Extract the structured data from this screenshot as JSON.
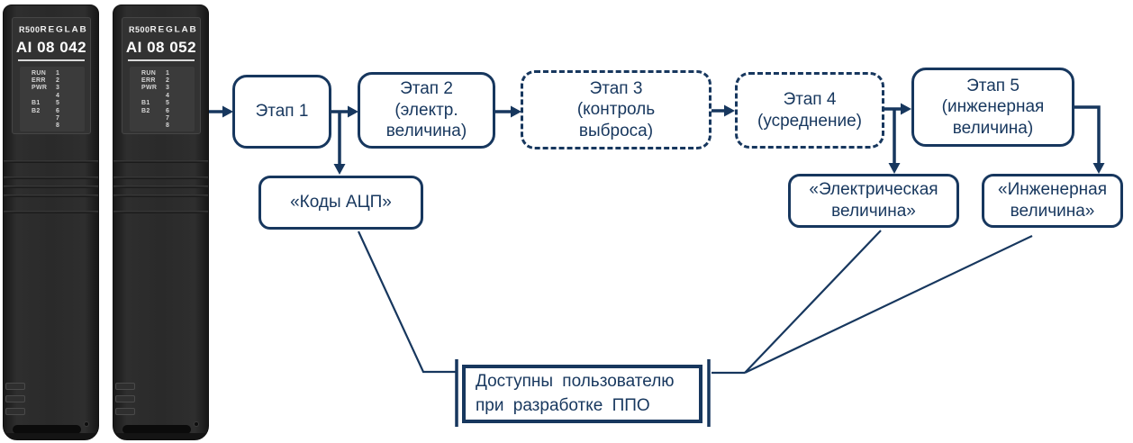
{
  "colors": {
    "accent": "#17375e",
    "module_body": "#2a2a2a",
    "module_panel": "#323232",
    "led_block": "#3b3b3b",
    "module_text": "#f2f2f2"
  },
  "modules": [
    {
      "brand": "R500",
      "logo": "REGLAB",
      "model": "AI 08 042",
      "leds": [
        {
          "label": "RUN",
          "channel": "1"
        },
        {
          "label": "ERR",
          "channel": "2"
        },
        {
          "label": "PWR",
          "channel": "3"
        },
        {
          "label": "",
          "channel": "4"
        },
        {
          "label": "B1",
          "channel": "5"
        },
        {
          "label": "B2",
          "channel": "6"
        },
        {
          "label": "",
          "channel": "7"
        },
        {
          "label": "",
          "channel": "8"
        }
      ]
    },
    {
      "brand": "R500",
      "logo": "REGLAB",
      "model": "AI 08 052",
      "leds": [
        {
          "label": "RUN",
          "channel": "1"
        },
        {
          "label": "ERR",
          "channel": "2"
        },
        {
          "label": "PWR",
          "channel": "3"
        },
        {
          "label": "",
          "channel": "4"
        },
        {
          "label": "B1",
          "channel": "5"
        },
        {
          "label": "B2",
          "channel": "6"
        },
        {
          "label": "",
          "channel": "7"
        },
        {
          "label": "",
          "channel": "8"
        }
      ]
    }
  ],
  "stages": [
    {
      "label": "Этап 1",
      "style": "solid"
    },
    {
      "label": "Этап 2\n(электр.\nвеличина)",
      "style": "solid"
    },
    {
      "label": "Этап 3\n(контроль\nвыброса)",
      "style": "dashed"
    },
    {
      "label": "Этап 4\n(усреднение)",
      "style": "dashed"
    },
    {
      "label": "Этап 5\n(инженерная\nвеличина)",
      "style": "solid"
    }
  ],
  "outputs": [
    {
      "label": "«Коды АЦП»"
    },
    {
      "label": "«Электрическая\nвеличина»"
    },
    {
      "label": "«Инженерная\nвеличина»"
    }
  ],
  "note": {
    "line1": "Доступны пользователю",
    "line2": "при разработке  ППО"
  }
}
